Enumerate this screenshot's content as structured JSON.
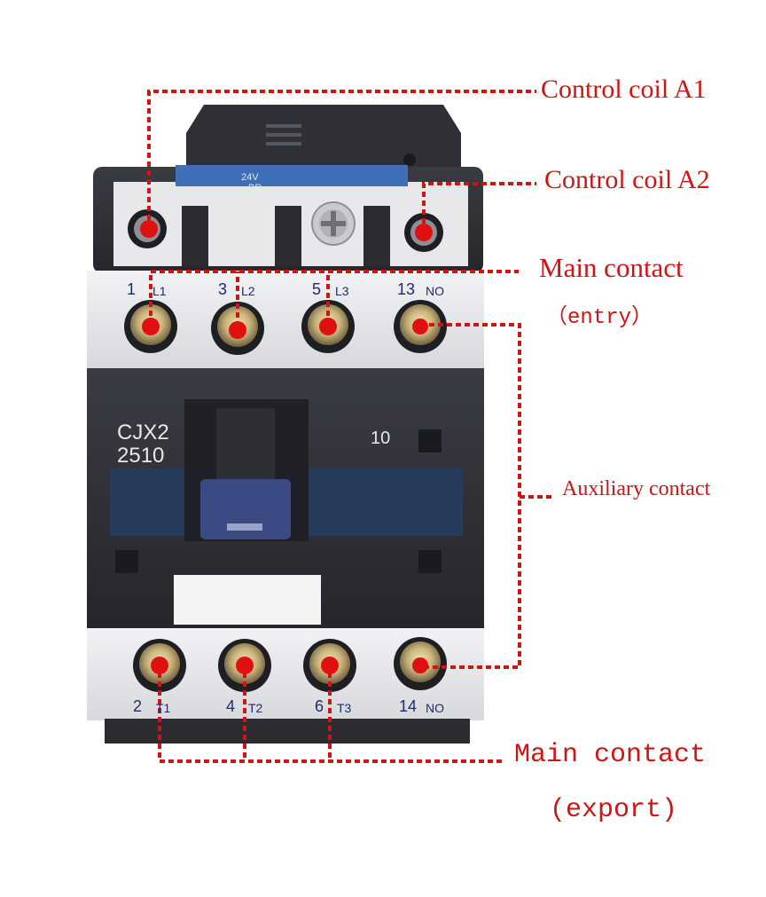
{
  "device": {
    "model_line1": "CJX2",
    "model_line2": "2510",
    "aux_code": "10",
    "coil_voltage": "24V",
    "coil_code": "BD",
    "top_terminals": [
      {
        "number": "1",
        "label": "L1"
      },
      {
        "number": "3",
        "label": "L2"
      },
      {
        "number": "5",
        "label": "L3"
      },
      {
        "number": "13",
        "label": "NO"
      }
    ],
    "bottom_terminals": [
      {
        "number": "2",
        "label": "T1"
      },
      {
        "number": "4",
        "label": "T2"
      },
      {
        "number": "6",
        "label": "T3"
      },
      {
        "number": "14",
        "label": "NO"
      }
    ]
  },
  "callouts": {
    "coil_a1": "Control coil A1",
    "coil_a2": "Control coil A2",
    "main_entry": "Main contact",
    "main_entry_sub": "（entry）",
    "auxiliary": "Auxiliary contact",
    "main_export": "Main contact",
    "main_export_sub": "(export)"
  },
  "colors": {
    "callout": "#d01414",
    "dot": "#e01010",
    "housing_dark": "#2b2d33",
    "housing_light": "#e9eaec",
    "label_blue": "#1e2d6b",
    "coil_blue": "#3f6fb6"
  }
}
